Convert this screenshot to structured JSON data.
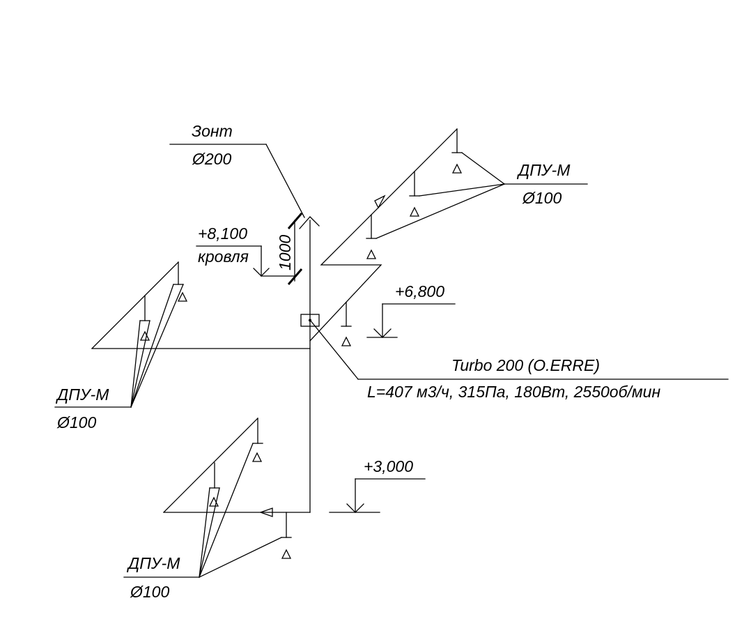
{
  "hood": {
    "name": "Зонт",
    "diameter": "Ø200"
  },
  "roof": {
    "level": "+8,100",
    "name": "кровля"
  },
  "dimension": {
    "value": "1000"
  },
  "level_mid": "+6,800",
  "level_low": "+3,000",
  "fan": {
    "model": "Turbo 200 (O.ERRE)",
    "specs": "L=407 м3/ч, 315Па, 180Вт, 2550об/мин"
  },
  "diffuser_top_right": {
    "name": "ДПУ-М",
    "diameter": "Ø100"
  },
  "diffuser_left": {
    "name": "ДПУ-М",
    "diameter": "Ø100"
  },
  "diffuser_bottom": {
    "name": "ДПУ-М",
    "diameter": "Ø100"
  }
}
